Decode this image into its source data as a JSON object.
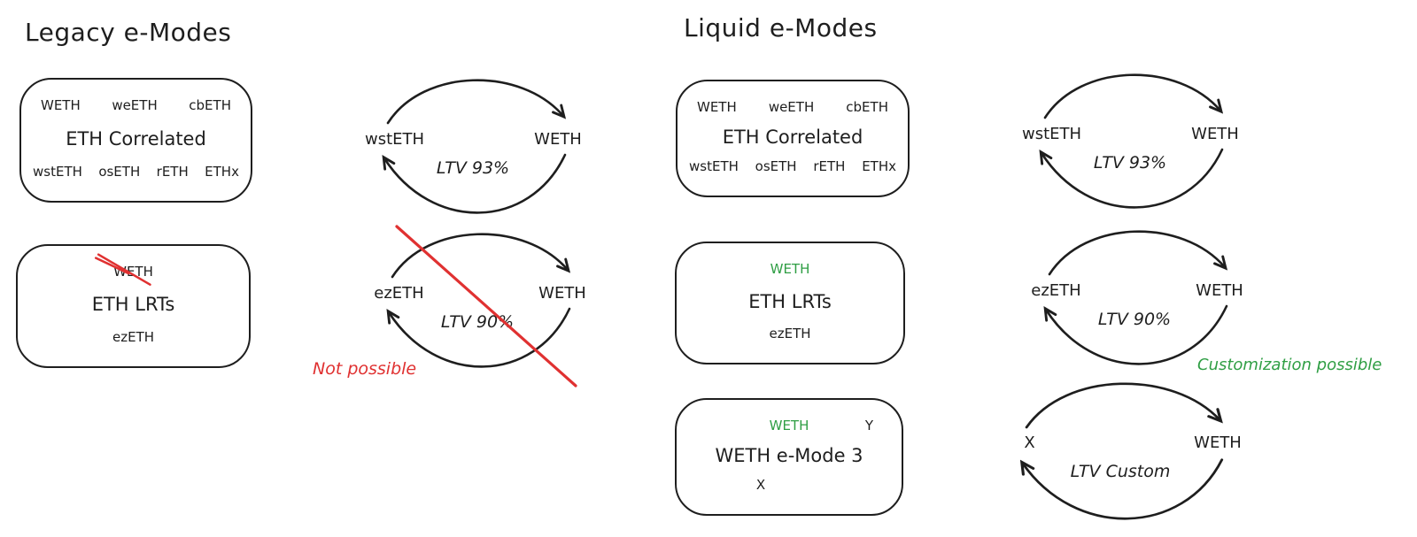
{
  "colors": {
    "ink": "#1e1e1e",
    "red": "#e03131",
    "green": "#2f9e44",
    "background": "#ffffff"
  },
  "legacy": {
    "title": "Legacy e-Modes",
    "correlated_box": {
      "assets_top": [
        "WETH",
        "weETH",
        "cbETH"
      ],
      "label": "ETH Correlated",
      "assets_bottom": [
        "wstETH",
        "osETH",
        "rETH",
        "ETHx"
      ]
    },
    "lrts_box": {
      "asset_top": "WETH",
      "label": "ETH LRTs",
      "asset_bottom": "ezETH"
    },
    "cycle_wsteth": {
      "left_asset": "wstETH",
      "right_asset": "WETH",
      "ltv_label": "LTV 93%"
    },
    "cycle_ezeth": {
      "left_asset": "ezETH",
      "right_asset": "WETH",
      "ltv_label": "LTV 90%"
    },
    "not_possible_label": "Not possible"
  },
  "liquid": {
    "title": "Liquid e-Modes",
    "correlated_box": {
      "assets_top": [
        "WETH",
        "weETH",
        "cbETH"
      ],
      "label": "ETH Correlated",
      "assets_bottom": [
        "wstETH",
        "osETH",
        "rETH",
        "ETHx"
      ]
    },
    "lrts_box": {
      "asset_top": "WETH",
      "label": "ETH LRTs",
      "asset_bottom": "ezETH"
    },
    "emode3_box": {
      "asset_top": "WETH",
      "asset_top_right": "Y",
      "label": "WETH e-Mode 3",
      "asset_bottom": "X"
    },
    "cycle_wsteth": {
      "left_asset": "wstETH",
      "right_asset": "WETH",
      "ltv_label": "LTV 93%"
    },
    "cycle_ezeth": {
      "left_asset": "ezETH",
      "right_asset": "WETH",
      "ltv_label": "LTV 90%"
    },
    "cycle_custom": {
      "left_asset": "X",
      "right_asset": "WETH",
      "ltv_label": "LTV Custom"
    },
    "customization_label": "Customization possible"
  }
}
